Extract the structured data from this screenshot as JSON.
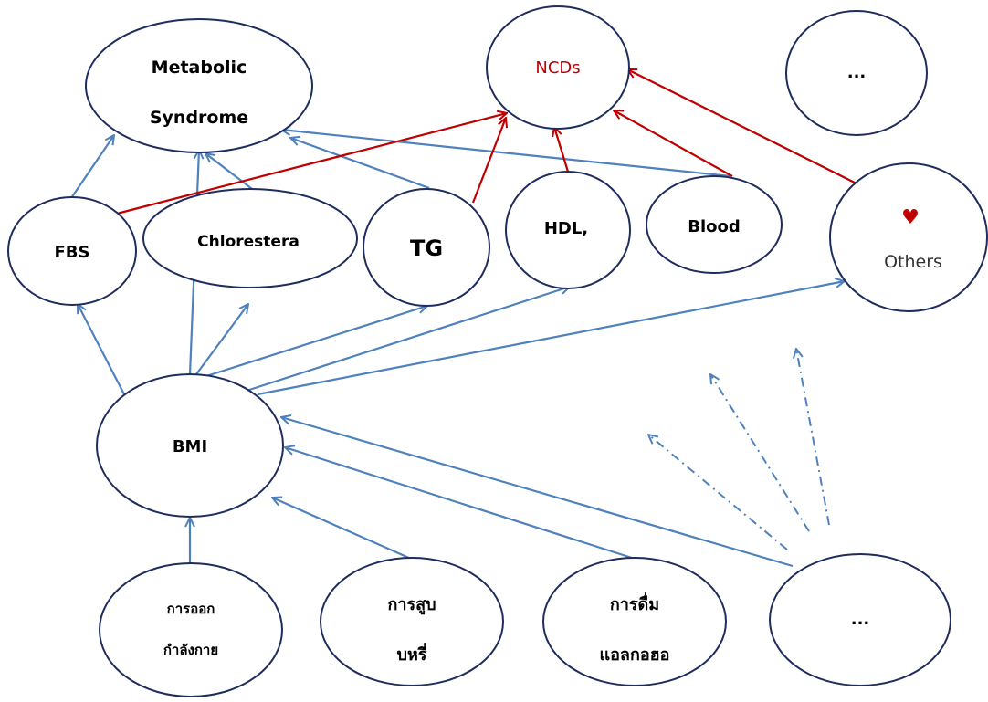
{
  "nodes": {
    "metabolic": {
      "lines": [
        "Metabolic",
        "Syndrome"
      ]
    },
    "ncds": {
      "lines": [
        "NCDs"
      ]
    },
    "more_top": {
      "lines": [
        "..."
      ]
    },
    "fbs": {
      "lines": [
        "FBS"
      ]
    },
    "cholesterol": {
      "lines": [
        "Chlorestera"
      ]
    },
    "tg": {
      "lines": [
        "TG"
      ]
    },
    "hdl": {
      "lines": [
        "HDL,"
      ]
    },
    "blood": {
      "lines": [
        "Blood"
      ]
    },
    "others": {
      "lines": [
        "Others"
      ],
      "icon": "heart-icon"
    },
    "bmi": {
      "lines": [
        "BMI"
      ]
    },
    "exercise": {
      "lines": [
        "การออก",
        "กำลังกาย"
      ]
    },
    "smoking": {
      "lines": [
        "การสูบ",
        "บหรี่"
      ]
    },
    "drinking": {
      "lines": [
        "การดื่ม",
        "แอลกอฮอ"
      ]
    },
    "more_bottom": {
      "lines": [
        "..."
      ]
    }
  },
  "colors": {
    "node_outline": "#1f2d5c",
    "edge_blue": "#4f81bd",
    "edge_red": "#c00000",
    "ncds_text": "#c00000",
    "heart": "#c00000"
  }
}
